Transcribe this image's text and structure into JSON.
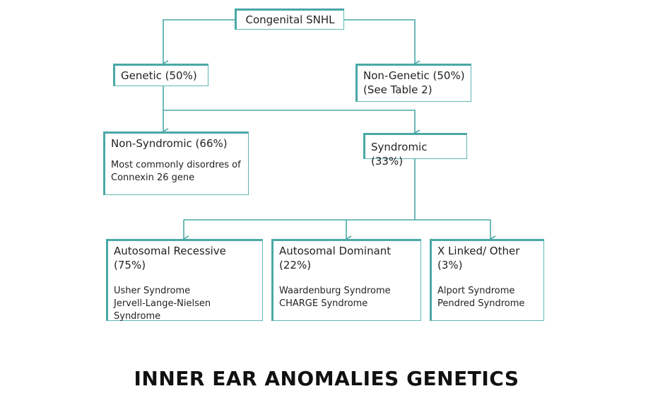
{
  "colors": {
    "connector": "#4aa8a6",
    "border": "#5fb8b5"
  },
  "nodes": {
    "root": {
      "title": "Congenital SNHL"
    },
    "genetic": {
      "title": "Genetic (50%)"
    },
    "non_genetic": {
      "title": "Non-Genetic (50%)\n(See Table 2)"
    },
    "non_syndromic": {
      "title": "Non-Syndromic (66%)",
      "desc": "Most commonly disordres of\nConnexin 26 gene"
    },
    "syndromic": {
      "title": "Syndromic (33%)"
    },
    "autosomal_recessive": {
      "title": "Autosomal Recessive\n(75%)",
      "desc": "Usher Syndrome\nJervell-Lange-Nielsen Syndrome"
    },
    "autosomal_dominant": {
      "title": "Autosomal Dominant\n(22%)",
      "desc": "Waardenburg Syndrome\nCHARGE Syndrome"
    },
    "x_linked": {
      "title": "X Linked/ Other\n(3%)",
      "desc": "Alport Syndrome\nPendred Syndrome"
    }
  },
  "caption": "INNER EAR ANOMALIES GENETICS"
}
